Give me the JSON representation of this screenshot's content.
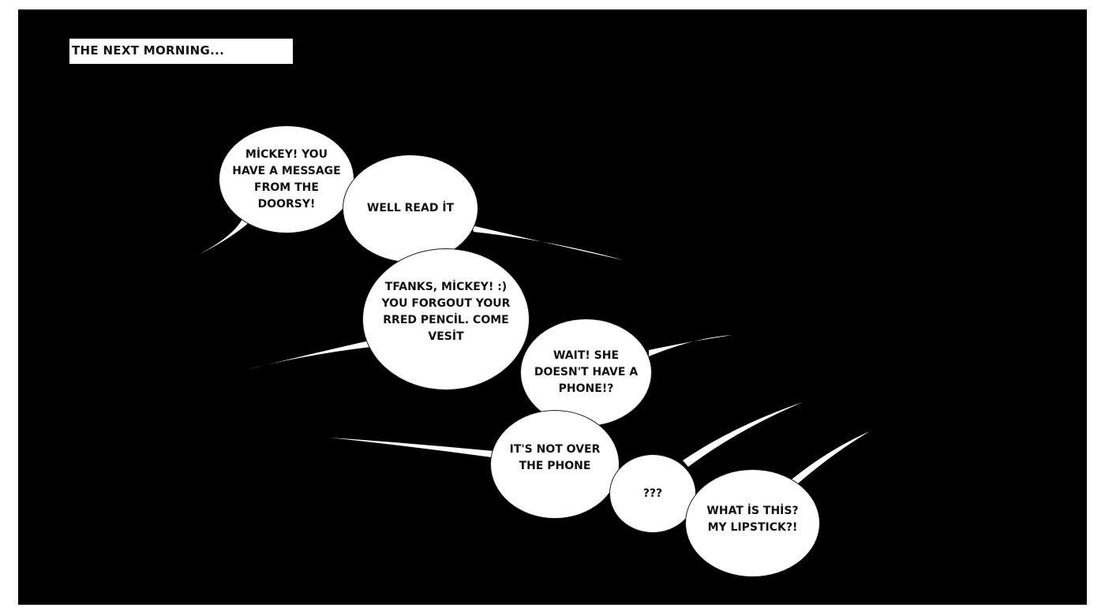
{
  "comic": {
    "caption": "THE NEXT MORNING...",
    "bubbles": [
      {
        "text": "MİCKEY! YOU\nHAVE A MESSAGE\nFROM THE\nDOORSY!"
      },
      {
        "text": "WELL READ İT"
      },
      {
        "text": "TFANKS, MİCKEY! :)\nYOU FORGOUT YOUR\nRRED PENCİL. COME\nVESİT"
      },
      {
        "text": "WAIT! SHE\nDOESN'T HAVE A\nPHONE!?"
      },
      {
        "text": "IT'S NOT OVER\nTHE PHONE"
      },
      {
        "text": "???"
      },
      {
        "text": "WHAT İS THİS?\nMY LIPSTICK?!"
      }
    ]
  },
  "colors": {
    "panel_background": "#000000",
    "bubble_fill": "#ffffff",
    "text": "#111111"
  }
}
